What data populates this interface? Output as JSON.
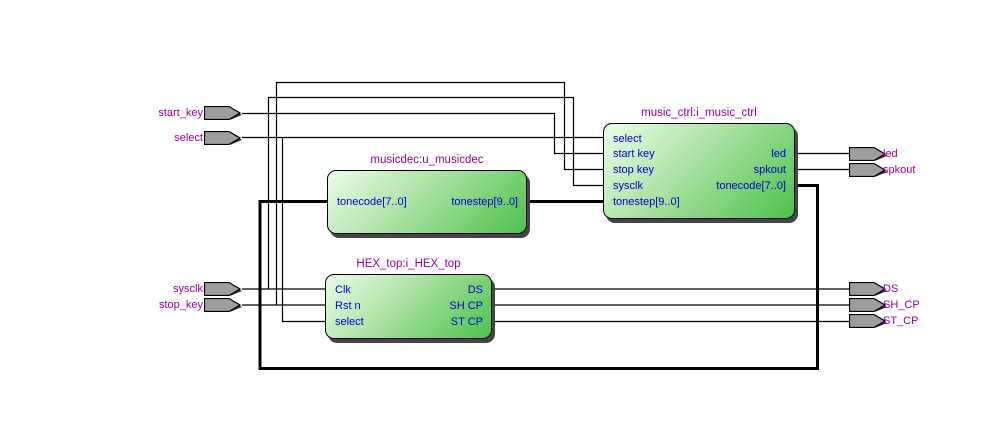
{
  "diagram": {
    "title_hint": "RTL schematic netlist view",
    "colors": {
      "background": "#ffffff",
      "wire": "#000000",
      "block_gradient_light": "#ebfdeb",
      "block_gradient_dark": "#4cc24c",
      "block_border": "#000000",
      "block_shadow": "#454545",
      "pin_fill": "#9e9e9e",
      "pin_border": "#000000",
      "pin_label_color": "#990099",
      "port_label_color": "#0000cc",
      "block_title_color": "#990099"
    },
    "blocks": [
      {
        "title": "musicdec:u_musicdec",
        "left_ports": [
          "tonecode[7..0]"
        ],
        "right_ports": [
          "tonestep[9..0]"
        ]
      },
      {
        "title": "music_ctrl:i_music_ctrl",
        "left_ports": [
          "select",
          "start key",
          "stop key",
          "sysclk",
          "tonestep[9..0]"
        ],
        "right_ports": [
          "led",
          "spkout",
          "tonecode[7..0]"
        ]
      },
      {
        "title": "HEX_top:i_HEX_top",
        "left_ports": [
          "Clk",
          "Rst n",
          "select"
        ],
        "right_ports": [
          "DS",
          "SH CP",
          "ST CP"
        ]
      }
    ],
    "input_pins": [
      {
        "label": "start_key"
      },
      {
        "label": "select"
      },
      {
        "label": "sysclk"
      },
      {
        "label": "stop_key"
      }
    ],
    "output_pins": [
      {
        "label": "led"
      },
      {
        "label": "spkout"
      },
      {
        "label": "DS"
      },
      {
        "label": "SH_CP"
      },
      {
        "label": "ST_CP"
      }
    ],
    "connections": [
      "start_key -> music_ctrl.start key",
      "select -> music_ctrl.select",
      "select -> HEX_top.select",
      "sysclk -> HEX_top.Clk",
      "sysclk -> music_ctrl.sysclk",
      "stop_key -> HEX_top.Rst n",
      "stop_key -> music_ctrl.stop key",
      "musicdec.tonestep[9..0] -> music_ctrl.tonestep[9..0]",
      "music_ctrl.tonecode[7..0] -> musicdec.tonecode[7..0]",
      "music_ctrl.led -> led",
      "music_ctrl.spkout -> spkout",
      "HEX_top.DS -> DS",
      "HEX_top.SH CP -> SH_CP",
      "HEX_top.ST CP -> ST_CP"
    ]
  }
}
